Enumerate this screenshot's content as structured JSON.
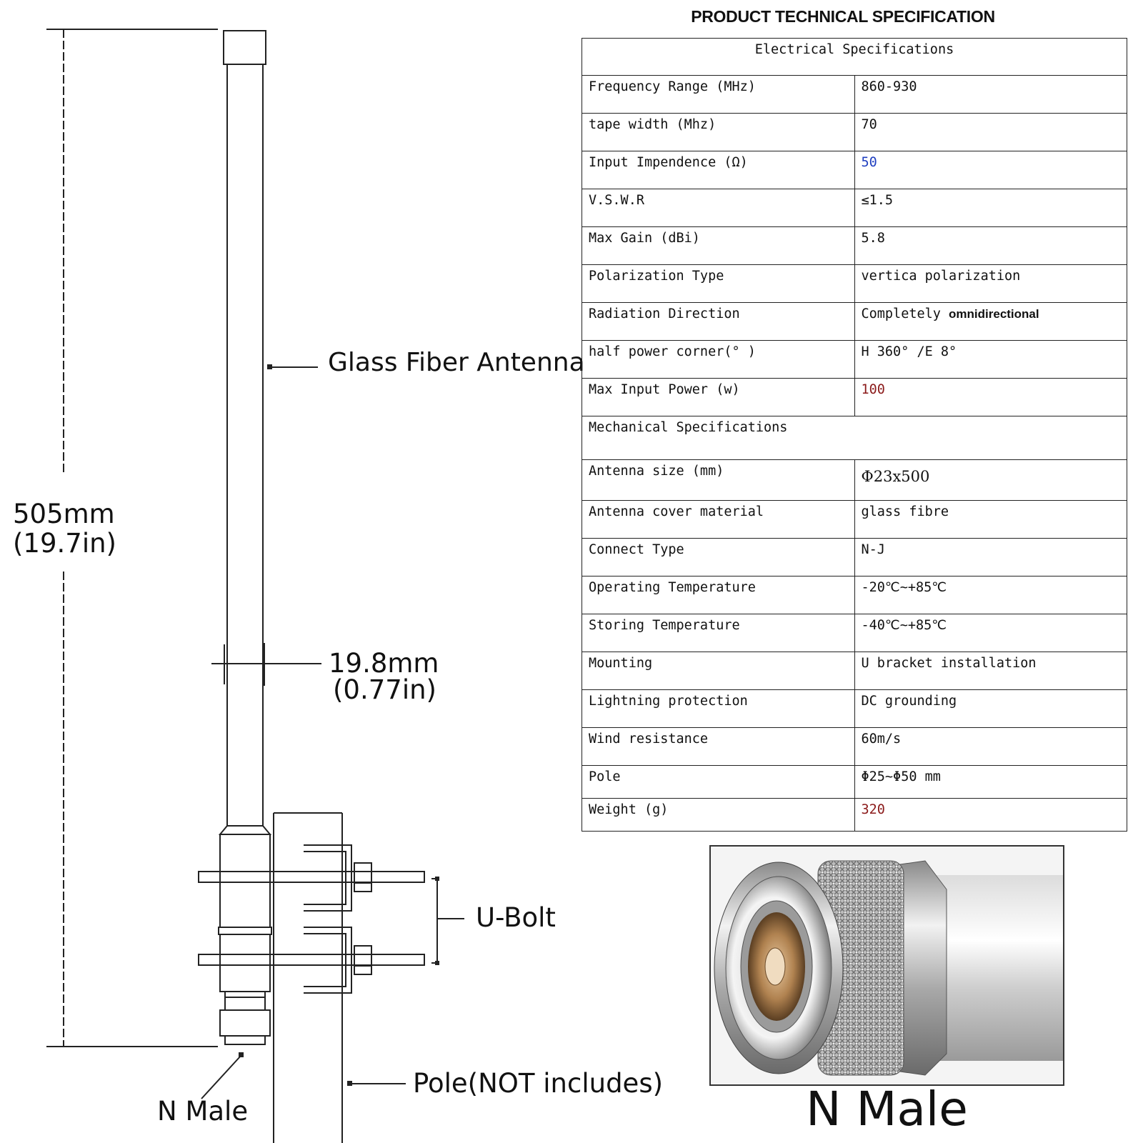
{
  "diagram": {
    "height_label": [
      "505mm",
      "(19.7in)"
    ],
    "glass_fiber_label": "Glass Fiber Antenna",
    "diameter_label": [
      "19.8mm",
      "(0.77in)"
    ],
    "ubolt_label": "U-Bolt",
    "pole_label": "Pole(NOT includes)",
    "n_male_label": "N Male"
  },
  "spec": {
    "title": "PRODUCT TECHNICAL SPECIFICATION",
    "electrical_header": "Electrical Specifications",
    "electrical_rows": [
      {
        "key": "Frequency Range (MHz)",
        "value": "860-930"
      },
      {
        "key": "tape width (Mhz)",
        "value": "70"
      },
      {
        "key": "Input Impendence (Ω)",
        "value": "50"
      },
      {
        "key": "V.S.W.R",
        "value": "≤1.5"
      },
      {
        "key": "Max Gain (dBi)",
        "value": "5.8"
      },
      {
        "key": "Polarization Type",
        "value": "vertica polarization"
      },
      {
        "key": "Radiation Direction",
        "value": "Completely",
        "value_extra": "omnidirectional"
      },
      {
        "key": "half power corner(° )",
        "value": "H 360° /E 8°"
      },
      {
        "key": "Max Input Power (w)",
        "value": "100"
      }
    ],
    "mechanical_header": "Mechanical Specifications",
    "mechanical_rows": [
      {
        "key": "Antenna size (mm)",
        "value": "Φ23x500"
      },
      {
        "key": "Antenna cover material",
        "value": "glass fibre"
      },
      {
        "key": "Connect Type",
        "value": "N-J"
      },
      {
        "key": "Operating Temperature",
        "value": "-20℃~+85℃"
      },
      {
        "key": "Storing Temperature",
        "value": "-40℃~+85℃"
      },
      {
        "key": "Mounting",
        "value": "U bracket installation"
      },
      {
        "key": "Lightning protection",
        "value": "DC grounding"
      },
      {
        "key": "Wind resistance",
        "value": "60m/s"
      },
      {
        "key": "Pole",
        "value": "Φ25~Φ50 mm"
      },
      {
        "key": "Weight (g)",
        "value": "320"
      }
    ]
  },
  "photo": {
    "caption": "N Male"
  },
  "colors": {
    "value_blue": "#1f3fc0",
    "value_red": "#8b1a1a",
    "line": "#222222"
  }
}
